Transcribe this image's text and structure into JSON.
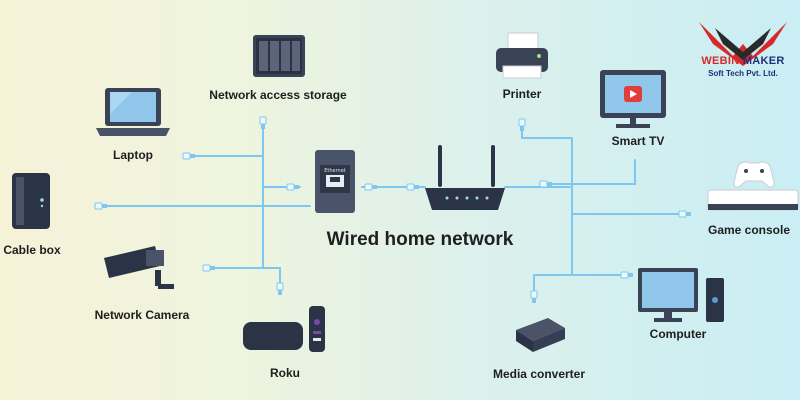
{
  "diagram": {
    "title": "Wired home network",
    "devices": {
      "network_access_storage": "Network access storage",
      "printer": "Printer",
      "laptop": "Laptop",
      "smart_tv": "Smart TV",
      "cable_box": "Cable box",
      "game_console": "Game console",
      "network_camera": "Network Camera",
      "computer": "Computer",
      "roku": "Roku",
      "media_converter": "Media converter"
    },
    "wall_port_label": "Ethernet"
  },
  "logo": {
    "brand_part1": "WEBIN",
    "brand_part2": " MAKER",
    "subtitle": "Soft Tech Pvt. Ltd.",
    "colors": {
      "red": "#d62a2a",
      "navy": "#1f2f7a"
    }
  },
  "colors": {
    "cable": "#7ec8f0",
    "device_dark": "#2b3446"
  }
}
